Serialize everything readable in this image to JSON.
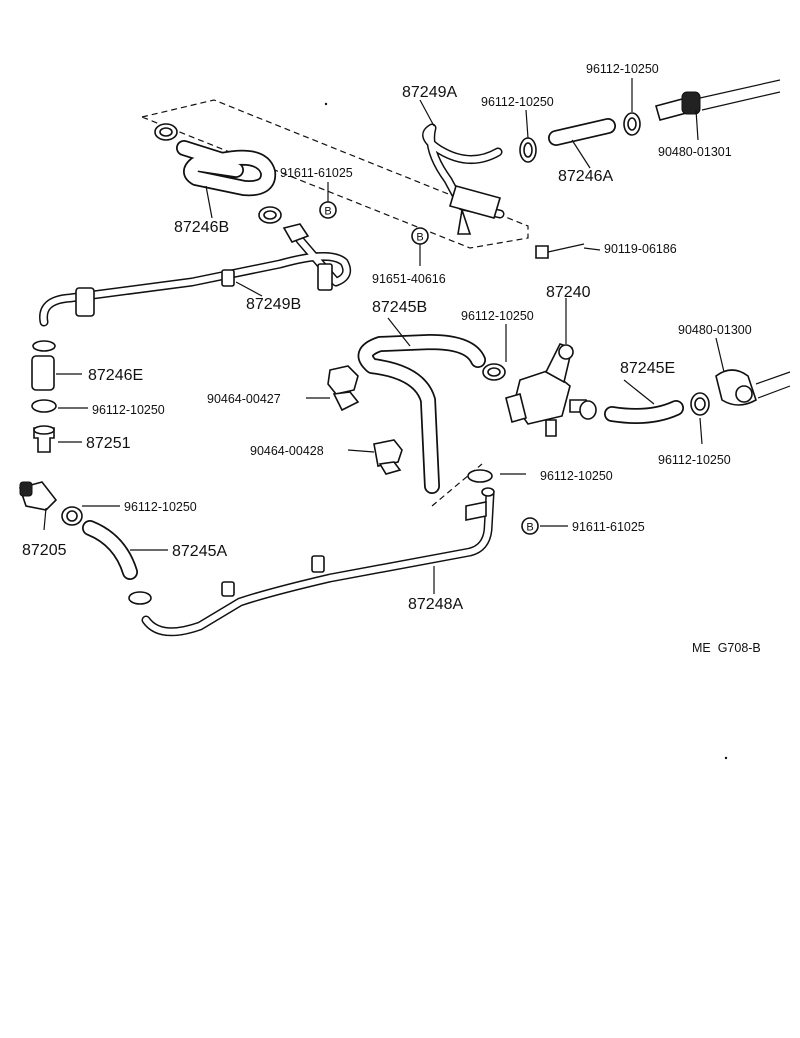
{
  "diagram_code": "ME  G708-B",
  "bolt_marker": "B",
  "labels": {
    "p87249A": "87249A",
    "p96112_a": "96112-10250",
    "p96112_b": "96112-10250",
    "p87246A": "87246A",
    "p90480_01301": "90480-01301",
    "p87246B": "87246B",
    "p91611_top": "91611-61025",
    "p91651": "91651-40616",
    "p90119": "90119-06186",
    "p87249B": "87249B",
    "p87240": "87240",
    "p87245B": "87245B",
    "p96112_c": "96112-10250",
    "p90480_01300": "90480-01300",
    "p87246E": "87246E",
    "p87245E": "87245E",
    "p96112_d": "96112-10250",
    "p90464_00427": "90464-00427",
    "p87251": "87251",
    "p96112_e": "96112-10250",
    "p90464_00428": "90464-00428",
    "p96112_f": "96112-10250",
    "p96112_g": "96112-10250",
    "p87205": "87205",
    "p91611_bottom": "91611-61025",
    "p87245A": "87245A",
    "p87248A": "87248A"
  }
}
